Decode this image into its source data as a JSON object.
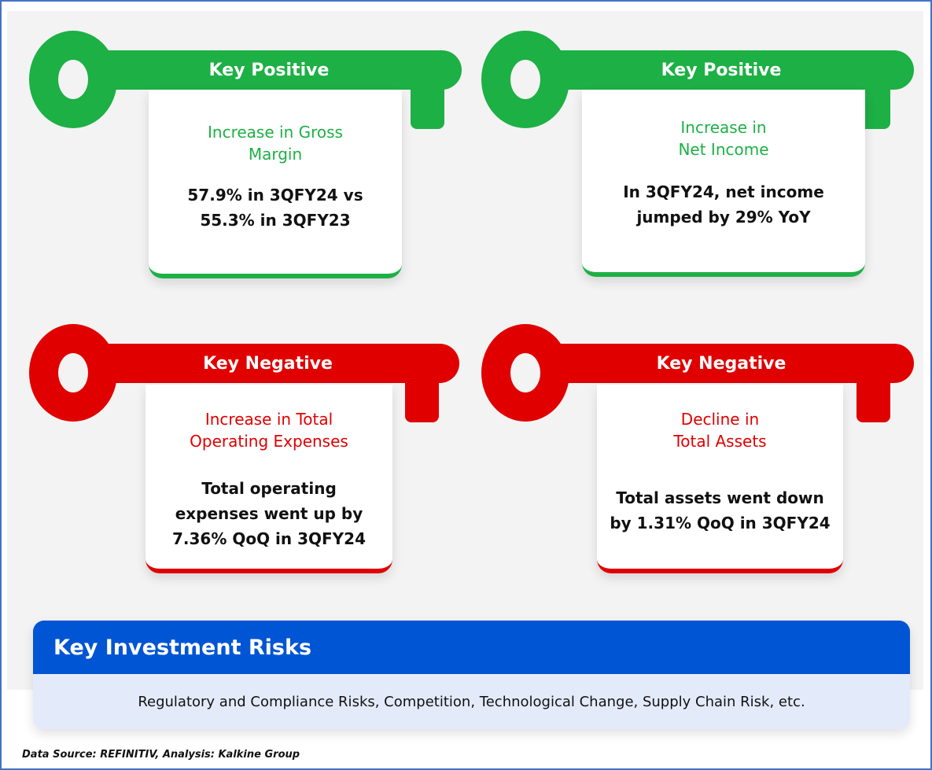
{
  "colors": {
    "positive": "#1db045",
    "negative": "#e00000",
    "risk_header": "#0055d4",
    "risk_body": "#e3ebfb"
  },
  "cards": [
    {
      "label": "Key Positive",
      "title": "Increase in Gross\nMargin",
      "body": "57.9% in 3QFY24 vs\n55.3% in 3QFY23"
    },
    {
      "label": "Key Positive",
      "title": "Increase in\nNet Income",
      "body": "In 3QFY24, net income\njumped by 29% YoY"
    },
    {
      "label": "Key Negative",
      "title": "Increase in Total\nOperating Expenses",
      "body": "Total operating\nexpenses went up by\n7.36% QoQ in 3QFY24"
    },
    {
      "label": "Key Negative",
      "title": "Decline in\nTotal Assets",
      "body": "Total assets went down\nby 1.31% QoQ in 3QFY24"
    }
  ],
  "risks": {
    "title": "Key Investment Risks",
    "body": "Regulatory and Compliance Risks, Competition, Technological Change, Supply Chain Risk, etc."
  },
  "source": "Data Source: REFINITIV, Analysis: Kalkine Group"
}
